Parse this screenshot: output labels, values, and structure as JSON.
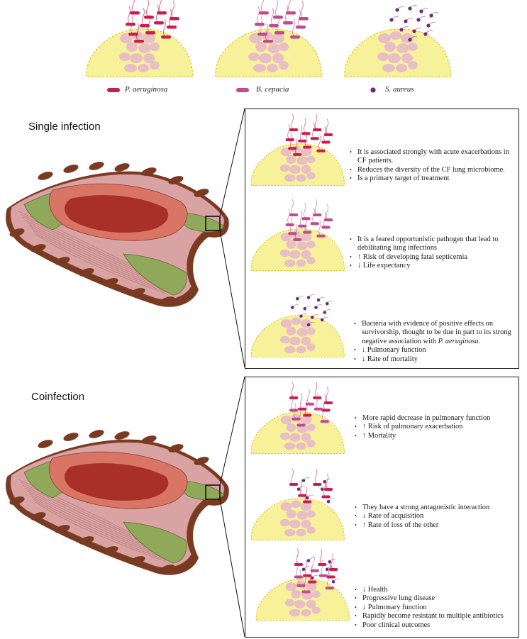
{
  "colors": {
    "p_aeruginosa": "#c91e4f",
    "b_cepacia": "#c04b8e",
    "s_aureus": "#6b2a7a",
    "mucus": "#f7f29a",
    "mucus_outline": "#e6c229",
    "host_cell": "#e8bfc4",
    "tissue_green": "#8fa85a",
    "tissue_dark_red": "#a83028",
    "tissue_salmon": "#d97565",
    "tissue_pink": "#d9a3a3",
    "tissue_brown": "#7a3a22"
  },
  "legend": {
    "items": [
      {
        "label": "P. aeruginosa",
        "color": "#c91e4f",
        "shape": "rod"
      },
      {
        "label": "B. cepacia",
        "color": "#c04b8e",
        "shape": "rod"
      },
      {
        "label": "S. aureus",
        "color": "#6b2a7a",
        "shape": "coccus"
      }
    ]
  },
  "sections": {
    "single": {
      "title": "Single infection",
      "panels": [
        {
          "organisms": [
            "P. aeruginosa"
          ],
          "bullets": [
            "It is associated strongly with acute exacerbations in CF patients.",
            "Reduces the diversity of the CF lung microbiome.",
            "Is a primary target of treatment"
          ]
        },
        {
          "organisms": [
            "B. cepacia"
          ],
          "bullets": [
            "It is a feared opportunistic pathogen that lead to debilitating lung infections",
            "↑ Risk of developing fatal septicemia",
            "↓ Life expectancy"
          ]
        },
        {
          "organisms": [
            "S. aureus"
          ],
          "bullets": [
            "Bacteria with evidence of positive effects on survivorship, thought to be due in part to its strong negative association with P. aeruginosa.",
            "↓ Pulmonary function",
            "↓ Rate of mortality"
          ]
        }
      ]
    },
    "coinfection": {
      "title": "Coinfection",
      "panels": [
        {
          "organisms": [
            "P. aeruginosa",
            "B. cepacia"
          ],
          "bullets": [
            "More rapid decrease in pulmonary function",
            "↑ Risk of pulmonary exacerbation",
            "↑ Mortality"
          ]
        },
        {
          "organisms": [
            "P. aeruginosa",
            "S. aureus"
          ],
          "bullets": [
            "They have a strong antagonistic interaction",
            "↓ Rate of acquisition",
            "↑ Rate of loss of the other"
          ]
        },
        {
          "organisms": [
            "P. aeruginosa",
            "B. cepacia",
            "S. aureus"
          ],
          "bullets": [
            "↓ Health",
            "Progressive lung disease",
            "↓ Pulmonary function",
            "Rapidly become resistant to multiple antibiotics",
            "Poor clinical outcomes"
          ]
        }
      ]
    }
  }
}
